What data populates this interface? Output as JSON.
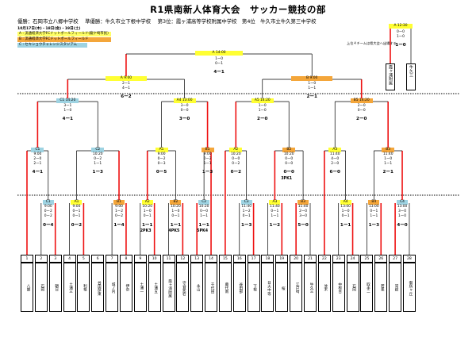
{
  "title": "R1県南新人体育大会　サッカー競技の部",
  "results_line": "優勝：石岡市立八郷中学校　 準優勝：牛久市立下根中学校　 第3位：霞ヶ浦高等学校附属中学校　第4位　牛久市立牛久第三中学校",
  "dates": "10月17日(木)・18日(金)・19日(土)",
  "legend": [
    "A : 流通経済大学FCドットボールフィールド(龍ケ崎市民)",
    "B : 流通経済大学FCドットボールフィールド",
    "C : セキショウチャレンジスタジアム"
  ],
  "note": "上位４チームは県大会へ出場する。",
  "colors": {
    "yellow": "#ffff33",
    "orange": "#f4a63a",
    "blue": "#9ed3e2",
    "red": "#ee1111"
  },
  "final": {
    "head": "A 14:00",
    "info": [
      "1ー0",
      "0ー1"
    ],
    "score": "4ー1"
  },
  "third": {
    "head": "A 12:30",
    "info": [
      "0ー0",
      "1ー0"
    ],
    "score": "1ー0",
    "teams": [
      "霞ヶ浦附属",
      "牛久三"
    ]
  },
  "semis": [
    {
      "head": "A 9:00",
      "info": [
        "2ー1",
        "4ー1"
      ],
      "score": "6ー2"
    },
    {
      "head": "B 9:00",
      "info": [
        "1ー0",
        "1ー1"
      ],
      "score": "2ー1"
    }
  ],
  "quarters": [
    {
      "head": "C1 14:20",
      "info": [
        "3ー1",
        "1ー0"
      ],
      "score": "4ー1"
    },
    {
      "head": "A4 13:00",
      "info": [
        "3ー0",
        "0ー0"
      ],
      "score": "3ー0"
    },
    {
      "head": "A5 14:20",
      "info": [
        "1ー0",
        "1ー0"
      ],
      "score": "2ー0"
    },
    {
      "head": "B5 14:20",
      "info": [
        "2ー0",
        "0ー0"
      ],
      "score": "2ー0"
    }
  ],
  "r2": [
    {
      "head": "C1",
      "time": "9:00",
      "info": [
        "2ー0",
        "2ー1"
      ],
      "score": "4ー1"
    },
    {
      "head": "C2",
      "time": "10:20",
      "info": [
        "0ー2",
        "1ー1"
      ],
      "score": "1ー3"
    },
    {
      "head": "A1",
      "time": "9:00",
      "info": [
        "0ー2",
        "0ー3"
      ],
      "score": "0ー5"
    },
    {
      "head": "B1",
      "time": "9:00",
      "info": [
        "0ー2",
        "1ー1"
      ],
      "score": "1ー3"
    },
    {
      "head": "A2",
      "time": "10:20",
      "info": [
        "0ー0",
        "0ー2"
      ],
      "score": "0ー2"
    },
    {
      "head": "B2",
      "time": "10:20",
      "info": [
        "0ー0",
        "0ー0"
      ],
      "score": "0ー0",
      "pk": "3PK1"
    },
    {
      "head": "A3",
      "time": "11:40",
      "info": [
        "4ー0",
        "2ー0"
      ],
      "score": "6ー0"
    },
    {
      "head": "B3",
      "time": "11:40",
      "info": [
        "1ー0",
        "1ー1"
      ],
      "score": "2ー1"
    }
  ],
  "r1": [
    {
      "head": "C1",
      "time": "9:00",
      "info": [
        "0ー2",
        "0ー2"
      ],
      "score": "0ー4"
    },
    {
      "head": "A1",
      "time": "9:00",
      "info": [
        "0ー1",
        "0ー1"
      ],
      "score": "0ー2"
    },
    {
      "head": "B1",
      "time": "9:00",
      "info": [
        "1ー2",
        "0ー2"
      ],
      "score": "1ー4"
    },
    {
      "head": "A2",
      "time": "10:20",
      "info": [
        "1ー0",
        "0ー1"
      ],
      "score": "1ー1",
      "pk": "2PK3"
    },
    {
      "head": "B2",
      "time": "10:20",
      "info": [
        "1ー0",
        "0ー1"
      ],
      "score": "1ー1",
      "pk": "4PK5"
    },
    {
      "head": "C2",
      "time": "10:20",
      "info": [
        "0ー0",
        "1ー1"
      ],
      "score": "1ー1",
      "pk": "5PK4"
    },
    {
      "head": "C3",
      "time": "11:40",
      "info": [
        "1ー2",
        "0ー1"
      ],
      "score": "1ー3"
    },
    {
      "head": "A3",
      "time": "11:40",
      "info": [
        "0ー1",
        "1ー1"
      ],
      "score": "1ー2"
    },
    {
      "head": "B3",
      "time": "11:40",
      "info": [
        "2ー0",
        "3ー0"
      ],
      "score": "5ー0"
    },
    {
      "head": "A4",
      "time": "13:00",
      "info": [
        "1ー0",
        "0ー1"
      ],
      "score": "1ー1"
    },
    {
      "head": "B4",
      "time": "13:00",
      "info": [
        "0ー1",
        "1ー1"
      ],
      "score": "1ー3"
    },
    {
      "head": "C4",
      "time": "13:00",
      "info": [
        "3ー0",
        "1ー0"
      ],
      "score": "4ー0"
    }
  ],
  "teams": [
    {
      "no": "1",
      "school": "八郷"
    },
    {
      "no": "2",
      "school": "石岡"
    },
    {
      "no": "3",
      "school": "朝日"
    },
    {
      "no": "4",
      "school": "土浦三"
    },
    {
      "no": "5",
      "school": "利根"
    },
    {
      "no": "6",
      "school": "谷田部東"
    },
    {
      "no": "7",
      "school": "城ノ内"
    },
    {
      "no": "8",
      "school": "伊奈"
    },
    {
      "no": "9",
      "school": "土浦一"
    },
    {
      "no": "10",
      "school": "土浦五"
    },
    {
      "no": "11",
      "school": "霞ヶ浦附属"
    },
    {
      "no": "12",
      "school": "守谷愛宕"
    },
    {
      "no": "13",
      "school": "永山"
    },
    {
      "no": "14",
      "school": "千代田"
    },
    {
      "no": "15",
      "school": "藤代南"
    },
    {
      "no": "16",
      "school": "谷田部"
    },
    {
      "no": "17",
      "school": "下根"
    },
    {
      "no": "18",
      "school": "日大中等"
    },
    {
      "no": "19",
      "school": "桜"
    },
    {
      "no": "20",
      "school": "江戸崎"
    },
    {
      "no": "21",
      "school": "牛久三"
    },
    {
      "no": "22",
      "school": "並木"
    },
    {
      "no": "23",
      "school": "中根台"
    },
    {
      "no": "24",
      "school": "石岡"
    },
    {
      "no": "25",
      "school": "取手二"
    },
    {
      "no": "26",
      "school": "若栗"
    },
    {
      "no": "27",
      "school": "常総"
    },
    {
      "no": "28",
      "school": "御所ヶ丘"
    }
  ]
}
